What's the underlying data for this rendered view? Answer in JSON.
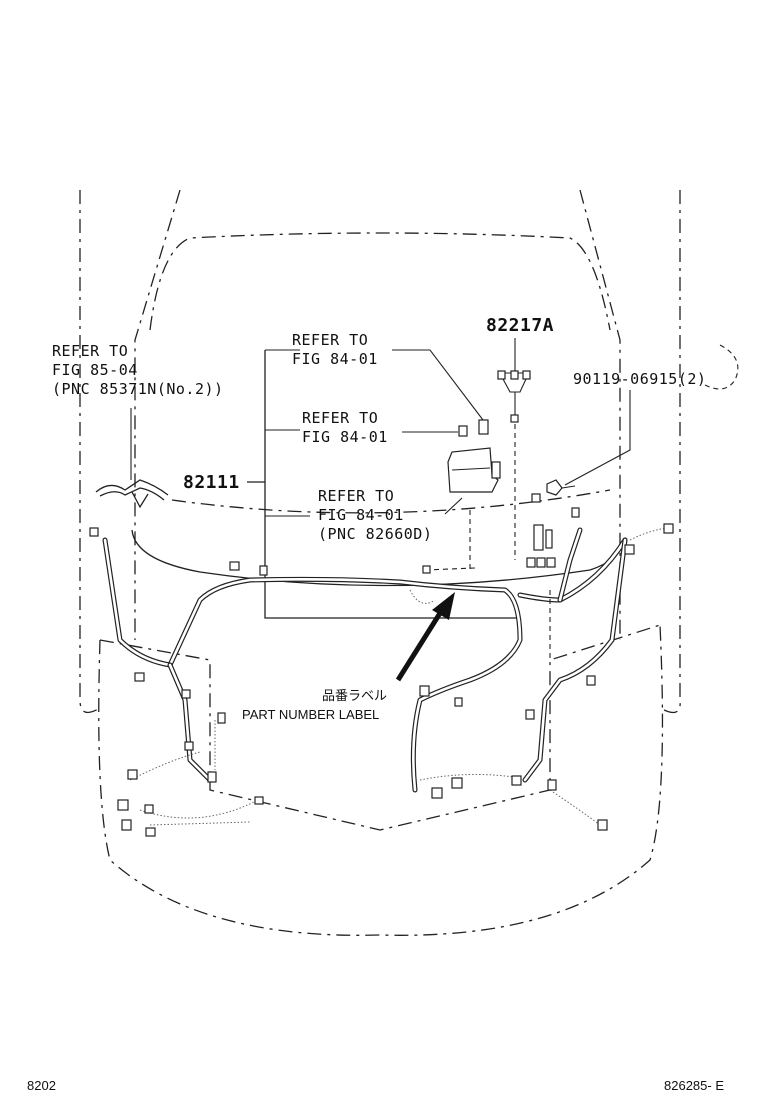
{
  "labels": {
    "refer_85_04": "REFER TO\nFIG 85-04\n(PNC 85371N(No.2))",
    "refer_84_01_a": "REFER TO\nFIG 84-01",
    "refer_84_01_b": "REFER TO\nFIG 84-01",
    "refer_84_01_c": "REFER TO\nFIG 84-01\n(PNC 82660D)",
    "part_82111": "82111",
    "part_82217A": "82217A",
    "part_90119": "90119-06915(2)",
    "part_number_label_jp": "品番ラベル",
    "part_number_label_en": "PART NUMBER LABEL"
  },
  "footer": {
    "left_code": "8202",
    "right_code": "826285- E"
  }
}
